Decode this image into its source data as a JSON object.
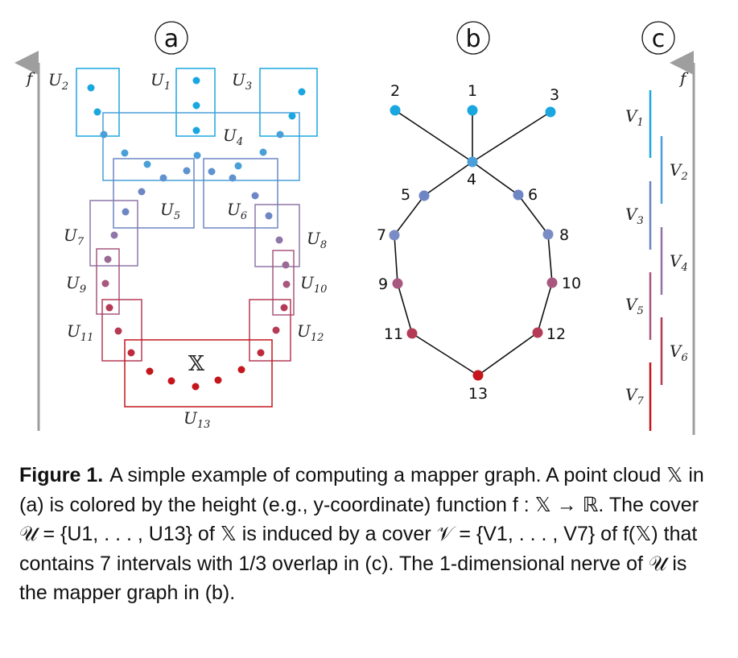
{
  "panels": [
    "a",
    "b",
    "c"
  ],
  "f_axis_label": "f",
  "cloud_label": "𝕏",
  "cover_labels": [
    "U1",
    "U2",
    "U3",
    "U4",
    "U5",
    "U6",
    "U7",
    "U8",
    "U9",
    "U10",
    "U11",
    "U12",
    "U13"
  ],
  "interval_labels": [
    "V1",
    "V2",
    "V3",
    "V4",
    "V5",
    "V6",
    "V7"
  ],
  "graph_nodes": [
    "1",
    "2",
    "3",
    "4",
    "5",
    "6",
    "7",
    "8",
    "9",
    "10",
    "11",
    "12",
    "13"
  ],
  "caption": {
    "label": "Figure 1.",
    "text": "A simple example of computing a mapper graph. A point cloud 𝕏 in (a) is colored by the height (e.g., y-coordinate) function f : 𝕏 → ℝ. The cover 𝒰 = {U1, . . . , U13} of 𝕏 is induced by a cover 𝒱 = {V1, . . . , V7} of f(𝕏) that contains 7 intervals with 1/3 overlap in (c). The 1-dimensional nerve of 𝒰 is the mapper graph in (b)."
  },
  "colors": {
    "level1": "#1aa7e0",
    "level2": "#4a9fd8",
    "level3": "#6f86c4",
    "level4": "#8e77a8",
    "level5": "#a8577f",
    "level6": "#b53a55",
    "level7": "#c4161c",
    "axis": "#9e9e9e"
  }
}
